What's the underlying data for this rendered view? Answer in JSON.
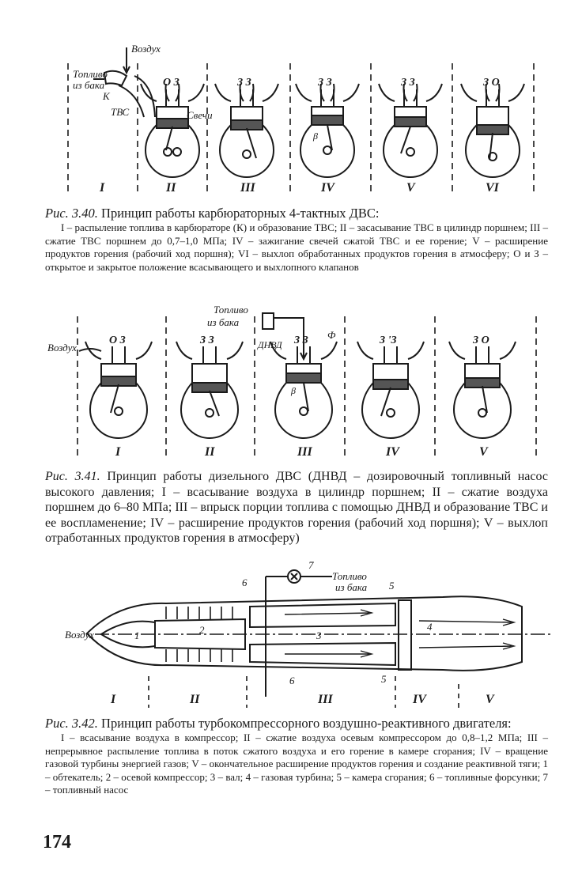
{
  "fig340": {
    "labels": {
      "air": "Воздух",
      "fuel1": "Топливо",
      "fuel2": "из бака",
      "k": "К",
      "tvs": "ТВС",
      "plugs": "Свечи",
      "beta": "β"
    },
    "valves": [
      "О З",
      "З З",
      "З З",
      "З З",
      "З О"
    ],
    "strokes": [
      "I",
      "II",
      "III",
      "IV",
      "V",
      "VI"
    ],
    "caption_num": "Рис. 3.40.",
    "caption_title": "Принцип работы карбюраторных 4-тактных ДВС:",
    "caption_body": "I – распыление топлива в карбюраторе (К) и образование ТВС; II – засасывание ТВС в цилиндр поршнем; III – сжатие ТВС поршнем до 0,7–1,0 МПа; IV – зажигание свечей сжатой ТВС и ее горение; V – расширение продуктов горения (рабочий ход поршня); VI – выхлоп обработанных продуктов горения в атмосферу; О и З – открытое и закрытое положение всасывающего и выхлопного клапанов"
  },
  "fig341": {
    "labels": {
      "air": "Воздух",
      "fuel1": "Топливо",
      "fuel2": "из бака",
      "dnvd": "ДНВД",
      "f": "Ф",
      "beta": "β"
    },
    "valves": [
      "О З",
      "З З",
      "З З",
      "З 'З",
      "З О"
    ],
    "strokes": [
      "I",
      "II",
      "III",
      "IV",
      "V"
    ],
    "caption_num": "Рис. 3.41.",
    "caption_body": "Принцип работы дизельного ДВС (ДНВД – дозировочный топливный насос высокого давления; I – всасывание воздуха в цилиндр поршнем; II – сжатие воздуха поршнем до 6–80 МПа; III – впрыск порции топлива с помощью ДНВД и образование ТВС и ее воспламенение; IV – расширение продуктов горения (рабочий ход поршня); V – выхлоп отработанных продуктов горения в атмосферу)"
  },
  "fig342": {
    "labels": {
      "air": "Воздух",
      "fuel1": "Топливо",
      "fuel2": "из бака",
      "n1": "1",
      "n2": "2",
      "n3": "3",
      "n4": "4",
      "n5": "5",
      "n5b": "5",
      "n6": "6",
      "n6b": "6",
      "n7": "7"
    },
    "zones": [
      "I",
      "II",
      "III",
      "IV",
      "V"
    ],
    "caption_num": "Рис. 3.42.",
    "caption_title": "Принцип работы турбокомпрессорного воздушно-реактивного двигателя:",
    "caption_body": "I – всасывание воздуха в компрессор; II – сжатие воздуха осевым компрессором до 0,8–1,2 МПа; III – непрерывное распыление топлива в поток сжатого воздуха и его горение в камере сгорания; IV – вращение газовой турбины энергией газов; V – окончательное расширение продуктов горения и создание реактивной тяги; 1 – обтекатель; 2 – осевой компрессор; 3 – вал; 4 – газовая турбина; 5 – камера сгорания; 6 – топливные форсунки; 7 – топливный насос"
  },
  "page_number": "174"
}
